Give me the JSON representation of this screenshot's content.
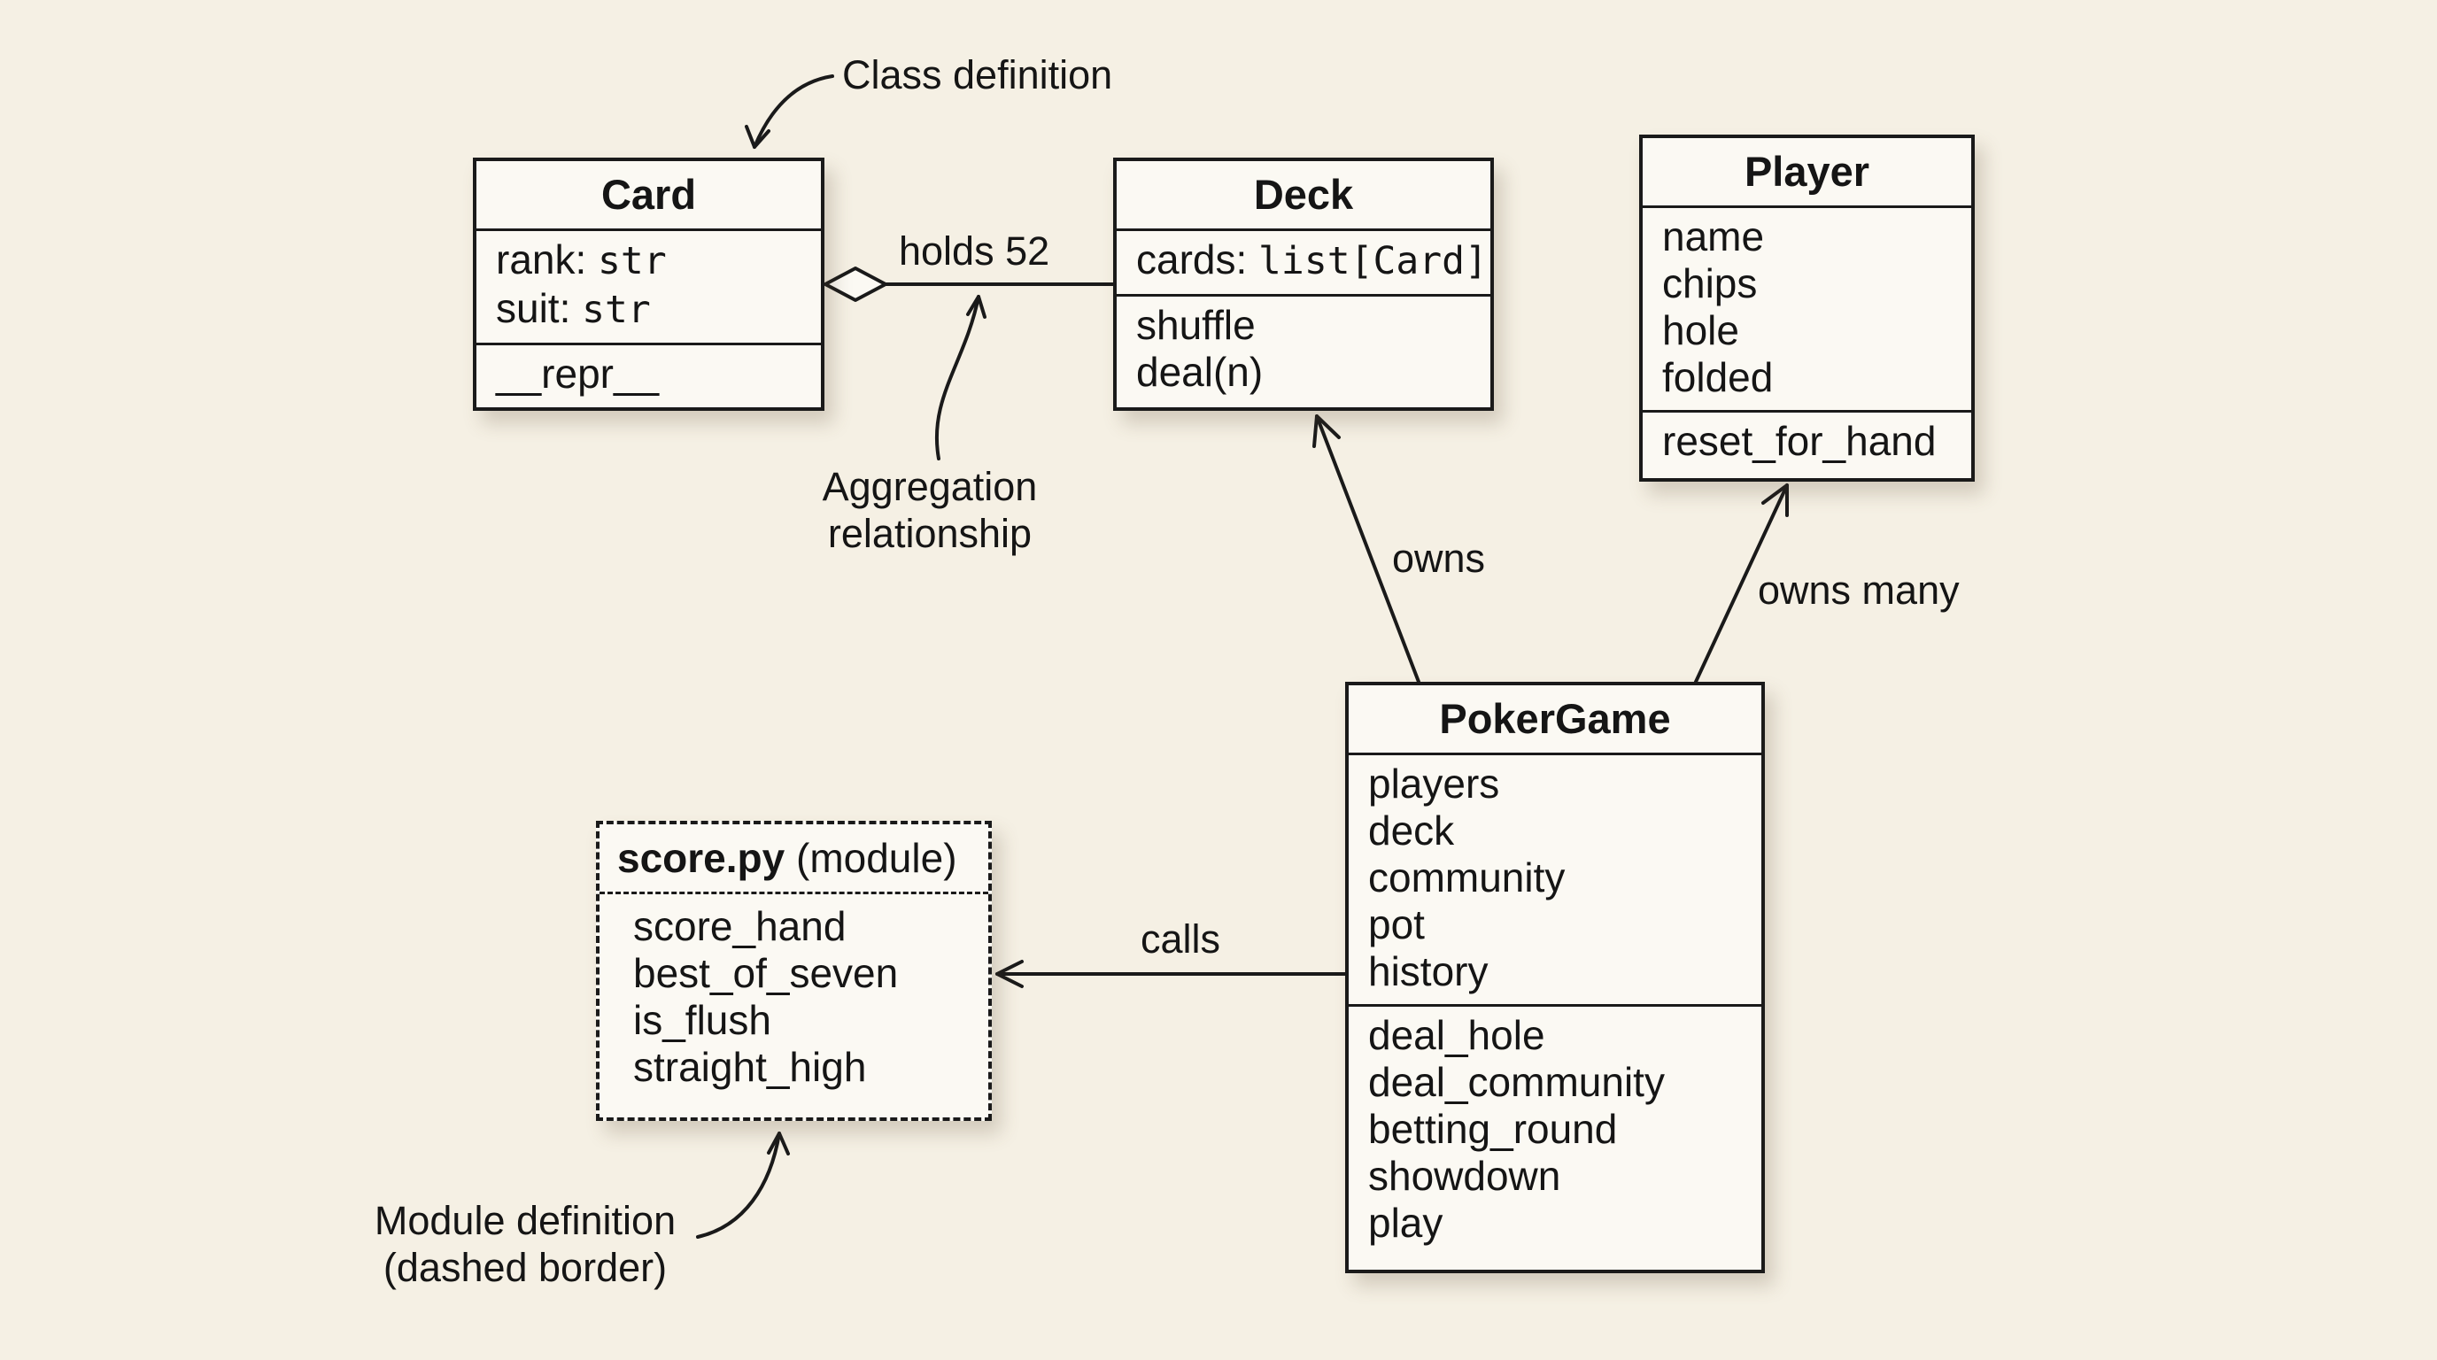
{
  "classes": {
    "card": {
      "name": "Card",
      "attributes": [
        {
          "name": "rank:",
          "type": "str"
        },
        {
          "name": "suit:",
          "type": "str"
        }
      ],
      "methods": [
        "__repr__"
      ]
    },
    "deck": {
      "name": "Deck",
      "attribute": {
        "name": "cards:",
        "type": "list[Card]"
      },
      "methods": [
        "shuffle",
        "deal(n)"
      ]
    },
    "player": {
      "name": "Player",
      "attributes": [
        "name",
        "chips",
        "hole",
        "folded"
      ],
      "methods": [
        "reset_for_hand"
      ]
    },
    "pokergame": {
      "name": "PokerGame",
      "attributes": [
        "players",
        "deck",
        "community",
        "pot",
        "history"
      ],
      "methods": [
        "deal_hole",
        "deal_community",
        "betting_round",
        "showdown",
        "play"
      ]
    }
  },
  "module": {
    "name": "score.py",
    "kind": "(module)",
    "functions": [
      "score_hand",
      "best_of_seven",
      "is_flush",
      "straight_high"
    ]
  },
  "relations": {
    "card_deck": "holds 52",
    "game_deck": "owns",
    "game_player": "owns many",
    "game_module": "calls"
  },
  "annotations": {
    "class_definition": "Class definition",
    "aggregation": [
      "Aggregation",
      "relationship"
    ],
    "module_definition": [
      "Module definition",
      "(dashed border)"
    ]
  }
}
